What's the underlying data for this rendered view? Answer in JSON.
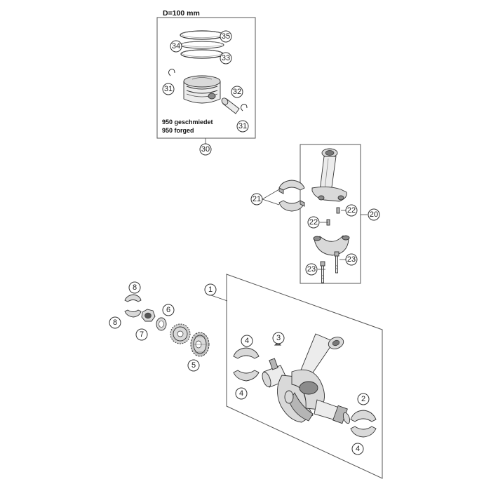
{
  "piston_box": {
    "title": "D=100 mm",
    "note_de": "950 geschmiedet",
    "note_en": "950 forged",
    "callout": "30"
  },
  "conrod_box": {
    "callout": "20"
  },
  "crank_box": {
    "callout": "1"
  },
  "callouts": {
    "c35": "35",
    "c34": "34",
    "c33": "33",
    "c31a": "31",
    "c32": "32",
    "c31b": "31",
    "c21": "21",
    "c22a": "22",
    "c22b": "22",
    "c23a": "23",
    "c23b": "23",
    "c8a": "8",
    "c8b": "8",
    "c6": "6",
    "c7": "7",
    "c5": "5",
    "c3": "3",
    "c4a": "4",
    "c4b": "4",
    "c2": "2",
    "c4c": "4"
  }
}
